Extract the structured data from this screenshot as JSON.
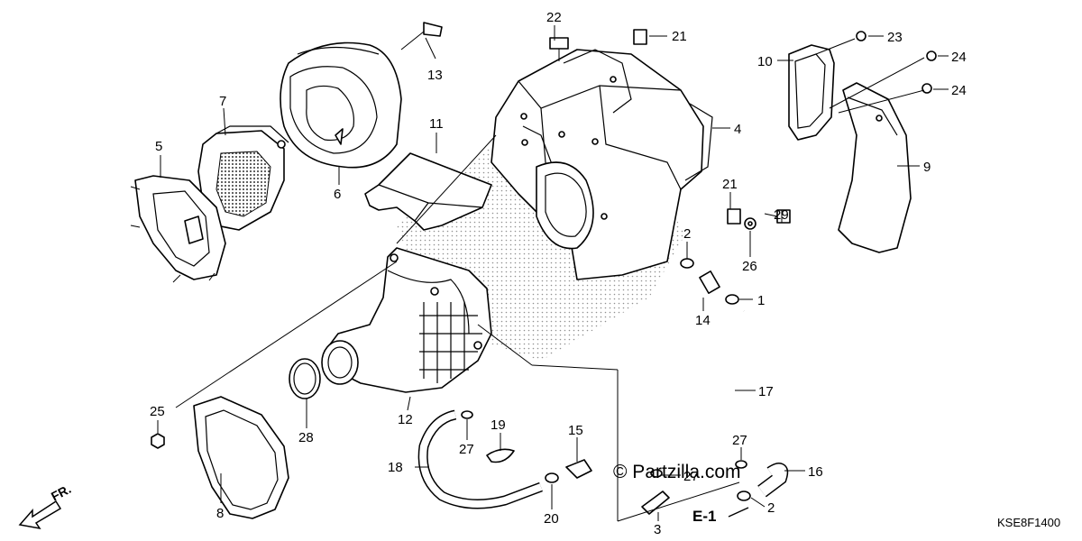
{
  "diagram": {
    "code": "KSE8F1400",
    "watermark": "© Partzilla.com",
    "section_ref": "E-1",
    "direction_label": "FR.",
    "callouts": [
      {
        "id": "c22",
        "label": "22"
      },
      {
        "id": "c21a",
        "label": "21"
      },
      {
        "id": "c13",
        "label": "13"
      },
      {
        "id": "c23",
        "label": "23"
      },
      {
        "id": "c10",
        "label": "10"
      },
      {
        "id": "c24a",
        "label": "24"
      },
      {
        "id": "c24b",
        "label": "24"
      },
      {
        "id": "c7",
        "label": "7"
      },
      {
        "id": "c11",
        "label": "11"
      },
      {
        "id": "c4",
        "label": "4"
      },
      {
        "id": "c5",
        "label": "5"
      },
      {
        "id": "c6",
        "label": "6"
      },
      {
        "id": "c9",
        "label": "9"
      },
      {
        "id": "c21b",
        "label": "21"
      },
      {
        "id": "c29",
        "label": "29"
      },
      {
        "id": "c2a",
        "label": "2"
      },
      {
        "id": "c26",
        "label": "26"
      },
      {
        "id": "c1",
        "label": "1"
      },
      {
        "id": "c14",
        "label": "14"
      },
      {
        "id": "c17",
        "label": "17"
      },
      {
        "id": "c25",
        "label": "25"
      },
      {
        "id": "c12",
        "label": "12"
      },
      {
        "id": "c28",
        "label": "28"
      },
      {
        "id": "c19",
        "label": "19"
      },
      {
        "id": "c15",
        "label": "15"
      },
      {
        "id": "c27a",
        "label": "27"
      },
      {
        "id": "c27b",
        "label": "27"
      },
      {
        "id": "c27c",
        "label": "27"
      },
      {
        "id": "c18",
        "label": "18"
      },
      {
        "id": "c16",
        "label": "16"
      },
      {
        "id": "c8",
        "label": "8"
      },
      {
        "id": "c20",
        "label": "20"
      },
      {
        "id": "c3",
        "label": "3"
      },
      {
        "id": "c2b",
        "label": "2"
      }
    ]
  }
}
